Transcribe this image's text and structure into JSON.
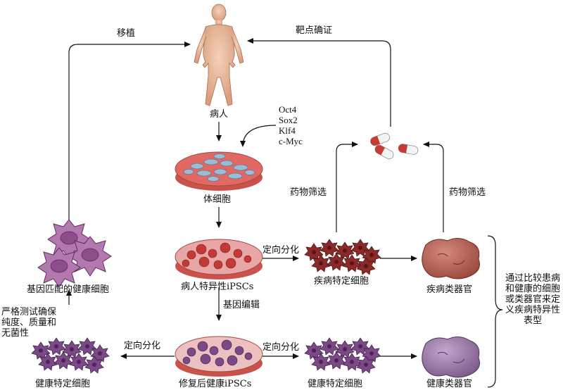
{
  "labels": {
    "transplant": "移植",
    "target_validation": "靶点确证",
    "patient": "病人",
    "factors": [
      "Oct4",
      "Sox2",
      "Klf4",
      "c-Myc"
    ],
    "somatic_cells": "体细胞",
    "patient_ipscs": "病人特异性iPSCs",
    "directed_diff_top": "定向分化",
    "disease_cells": "疾病特定细胞",
    "disease_organoid": "疾病类器官",
    "drug_screen_left": "药物筛选",
    "drug_screen_right": "药物筛选",
    "gene_editing": "基因编辑",
    "repaired_ipscs": "修复后健康iPSCs",
    "directed_diff_bottom_right": "定向分化",
    "directed_diff_bottom_left": "定向分化",
    "healthy_cells_mid": "健康特定细胞",
    "healthy_organoid": "健康类器官",
    "healthy_cells_left": "健康特定细胞",
    "strict_testing": "严格测试确保\n纯度、质量和\n无菌性",
    "matched_cells": "基因匹配的健康细胞",
    "comparison_note": "通过比较患病\n和健康的细胞\n或类器官来定\n义疾病特异性\n表型"
  },
  "colors": {
    "skin": "#ecc1a2",
    "dish_red": "#d85c56",
    "dish_pink": "#e9a6a6",
    "disease_cell": "#8c2a2a",
    "disease_organoid": "#b76454",
    "healthy_cell": "#7b4a86",
    "healthy_organoid": "#9d7ea8",
    "matched_cell": "#b478b0",
    "pill_red": "#c43c33"
  }
}
